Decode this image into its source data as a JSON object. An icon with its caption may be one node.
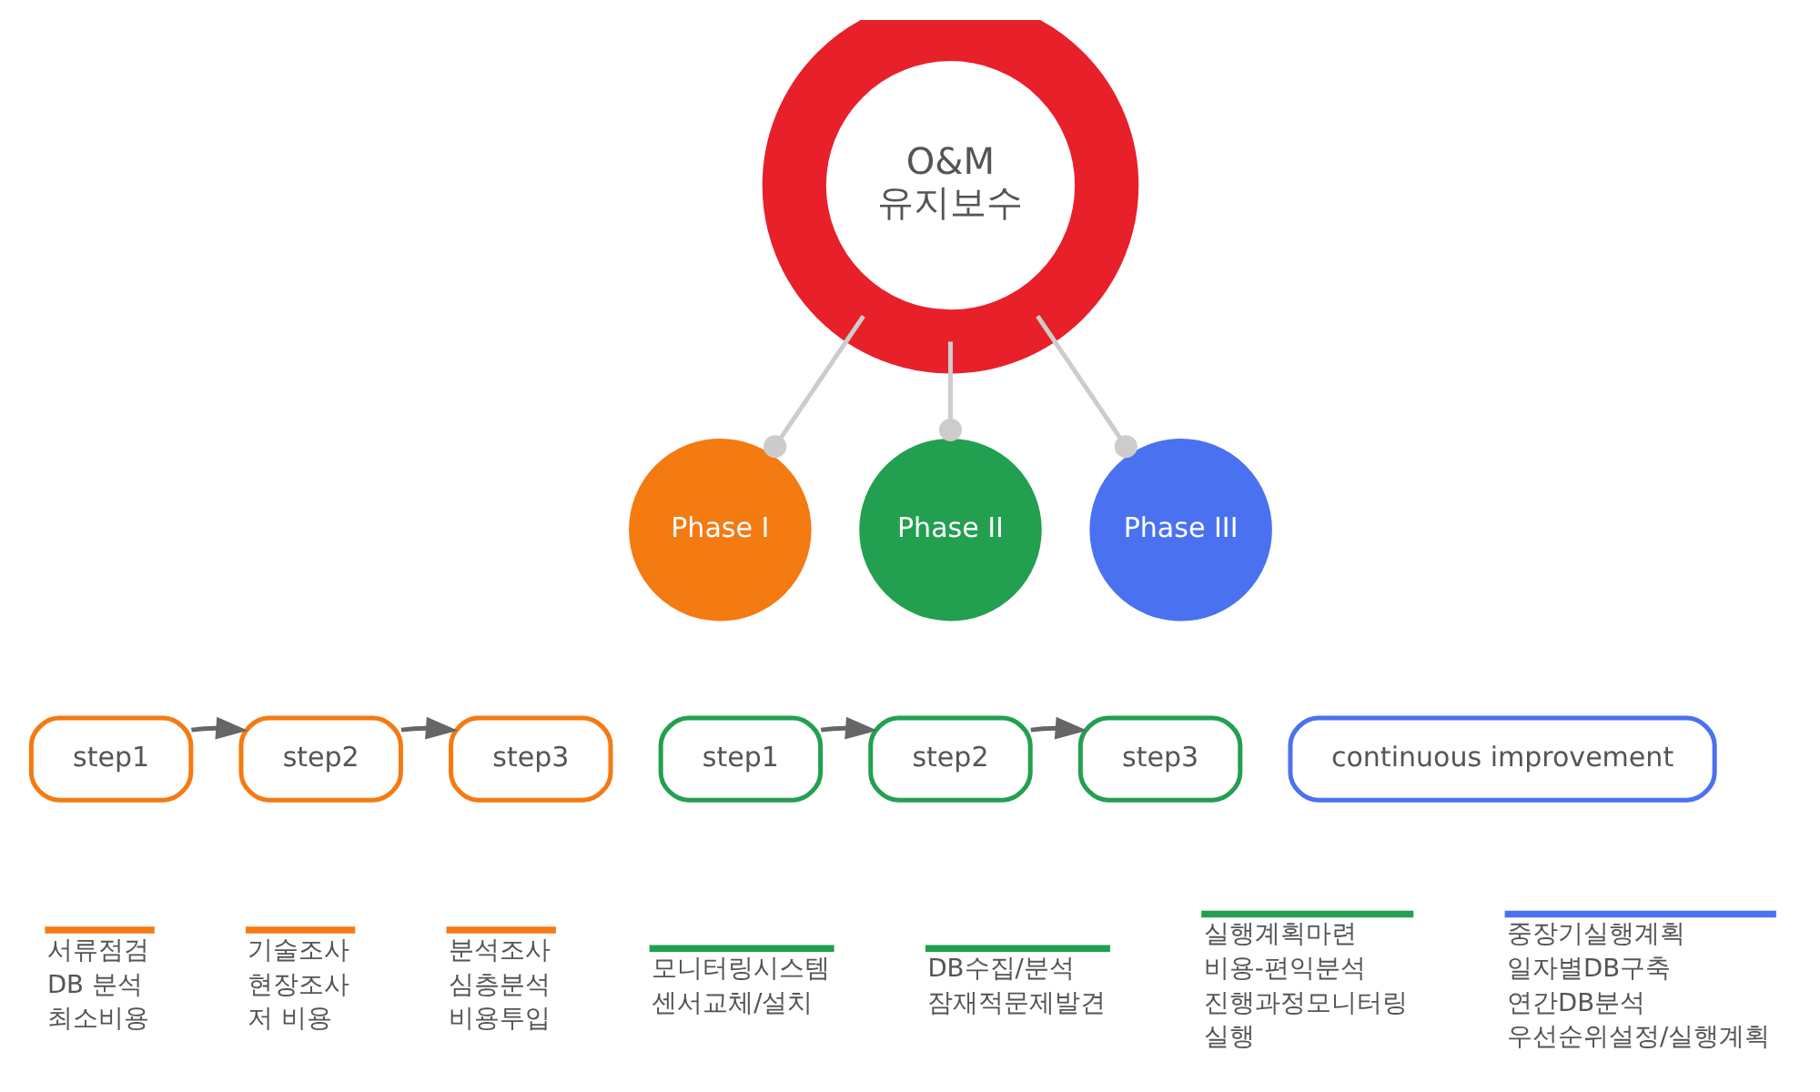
{
  "diagram": {
    "nodes": [
      {
        "text": [
          "O&M 유지보수"
        ]
      },
      {
        "text": [
          "Phase Ⅰ"
        ]
      },
      {
        "text": [
          "Phase ⅠⅠ"
        ]
      },
      {
        "text": [
          "Phase ⅠⅠⅠ"
        ]
      },
      {
        "text": [
          "step1"
        ],
        "beside": [
          "서류점검",
          "DB 분석",
          "최소비용"
        ]
      },
      {
        "text": [
          "step2"
        ],
        "beside": [
          "기술조사",
          "현장조사",
          "저 비용"
        ]
      },
      {
        "text": [
          "step3"
        ],
        "beside": [
          "분석조사",
          "심층분석",
          "비용투입"
        ]
      },
      {
        "text": [
          "step1"
        ],
        "beside": [
          "모니터링시스템",
          "센서교체/설치"
        ]
      },
      {
        "text": [
          "step2"
        ],
        "beside": [
          "DB수집/분석",
          "잠재적문제발견"
        ]
      },
      {
        "text": [
          "step3"
        ],
        "beside": [
          "실행계획마련",
          "비용-편익분석",
          "진행과정모니터링",
          "실행"
        ]
      },
      {
        "text": [
          "continuous improvement"
        ],
        "beside": [
          "중장기실행계획",
          "일자별DB구축",
          "연간DB분석",
          "우선순위설정/실행계획"
        ]
      }
    ],
    "edges": [
      {
        "from": 0,
        "to": 1,
        "arrow": "other",
        "color": "#cccccc"
      },
      {
        "from": 0,
        "to": 2,
        "arrow": "other",
        "color": "#cccccc"
      },
      {
        "from": 0,
        "to": 3,
        "arrow": "other",
        "color": "#cccccc"
      },
      {
        "from": 4,
        "to": 5,
        "arrow": "to"
      },
      {
        "from": 5,
        "to": 6,
        "arrow": "to"
      },
      {
        "from": 7,
        "to": 8,
        "arrow": "to"
      },
      {
        "from": 8,
        "to": 9,
        "arrow": "to"
      }
    ]
  }
}
